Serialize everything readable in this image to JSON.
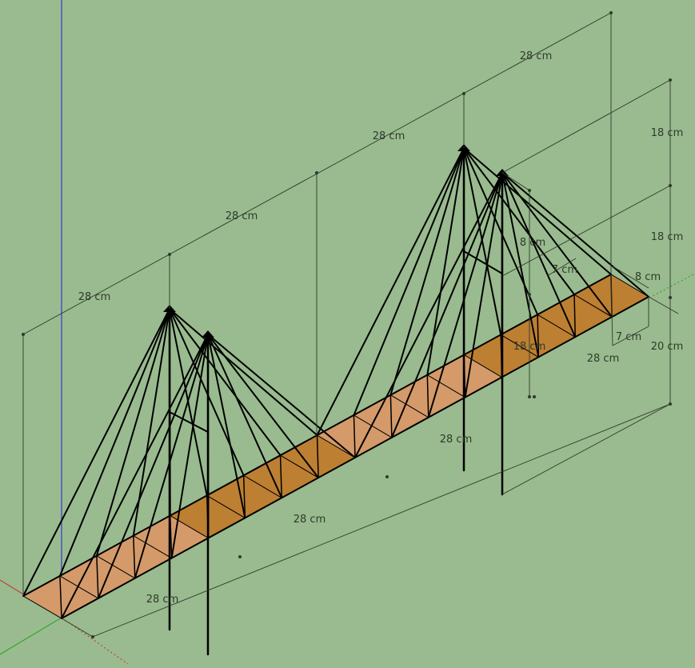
{
  "scene": {
    "background_color": "#99bb8f",
    "deck_colors": {
      "light": "#d49a6a",
      "dark": "#bd7f32"
    },
    "cable_color": "#000000",
    "dimension_line_color": "#2f3a2c",
    "axis_colors": {
      "z": "#1f1fd6",
      "x": "#cc2a2a",
      "y": "#1aa31a"
    }
  },
  "dimensions": [
    {
      "id": "left-span-1",
      "label": "28 cm"
    },
    {
      "id": "left-span-2",
      "label": "28 cm"
    },
    {
      "id": "left-span-3",
      "label": "28 cm"
    },
    {
      "id": "left-span-4",
      "label": "28 cm"
    },
    {
      "id": "bottom-span-1",
      "label": "28 cm"
    },
    {
      "id": "bottom-span-2",
      "label": "28 cm"
    },
    {
      "id": "bottom-span-3",
      "label": "28 cm"
    },
    {
      "id": "bottom-span-4",
      "label": "28 cm"
    },
    {
      "id": "tower-height-upper",
      "label": "18 cm"
    },
    {
      "id": "tower-height-lower",
      "label": "18 cm"
    },
    {
      "id": "tower-height-inner",
      "label": "18 cm"
    },
    {
      "id": "pier-depth",
      "label": "20 cm"
    },
    {
      "id": "deck-width-back",
      "label": "8 cm"
    },
    {
      "id": "tower-offset",
      "label": "8 cm"
    },
    {
      "id": "pylon-gap-upper",
      "label": "7 cm"
    },
    {
      "id": "pylon-gap-lower",
      "label": "7 cm"
    }
  ]
}
